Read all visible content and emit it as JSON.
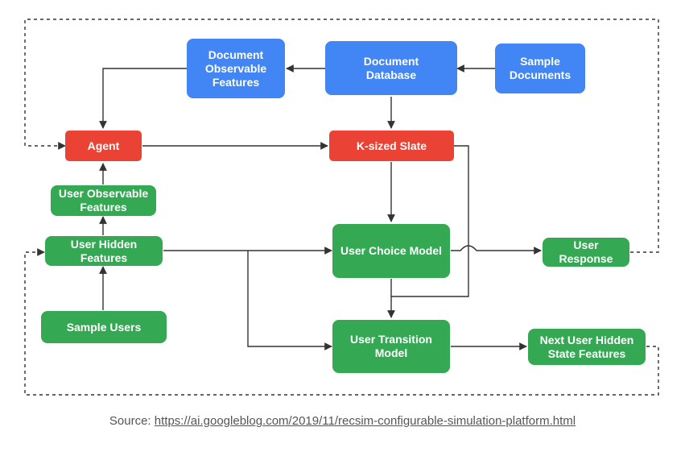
{
  "nodes": {
    "doc_observable": "Document\nObservable\nFeatures",
    "doc_database": "Document\nDatabase",
    "sample_documents": "Sample\nDocuments",
    "agent": "Agent",
    "k_slate": "K-sized Slate",
    "user_observable": "User Observable\nFeatures",
    "user_hidden": "User Hidden\nFeatures",
    "user_choice": "User Choice Model",
    "user_response": "User\nResponse",
    "sample_users": "Sample Users",
    "user_transition": "User Transition\nModel",
    "next_hidden": "Next User Hidden\nState Features"
  },
  "caption": {
    "prefix": "Source: ",
    "link": "https://ai.googleblog.com/2019/11/recsim-configurable-simulation-platform.html"
  },
  "colors": {
    "blue": "#4285f4",
    "red": "#ea4335",
    "green": "#34a853",
    "line": "#333333"
  }
}
